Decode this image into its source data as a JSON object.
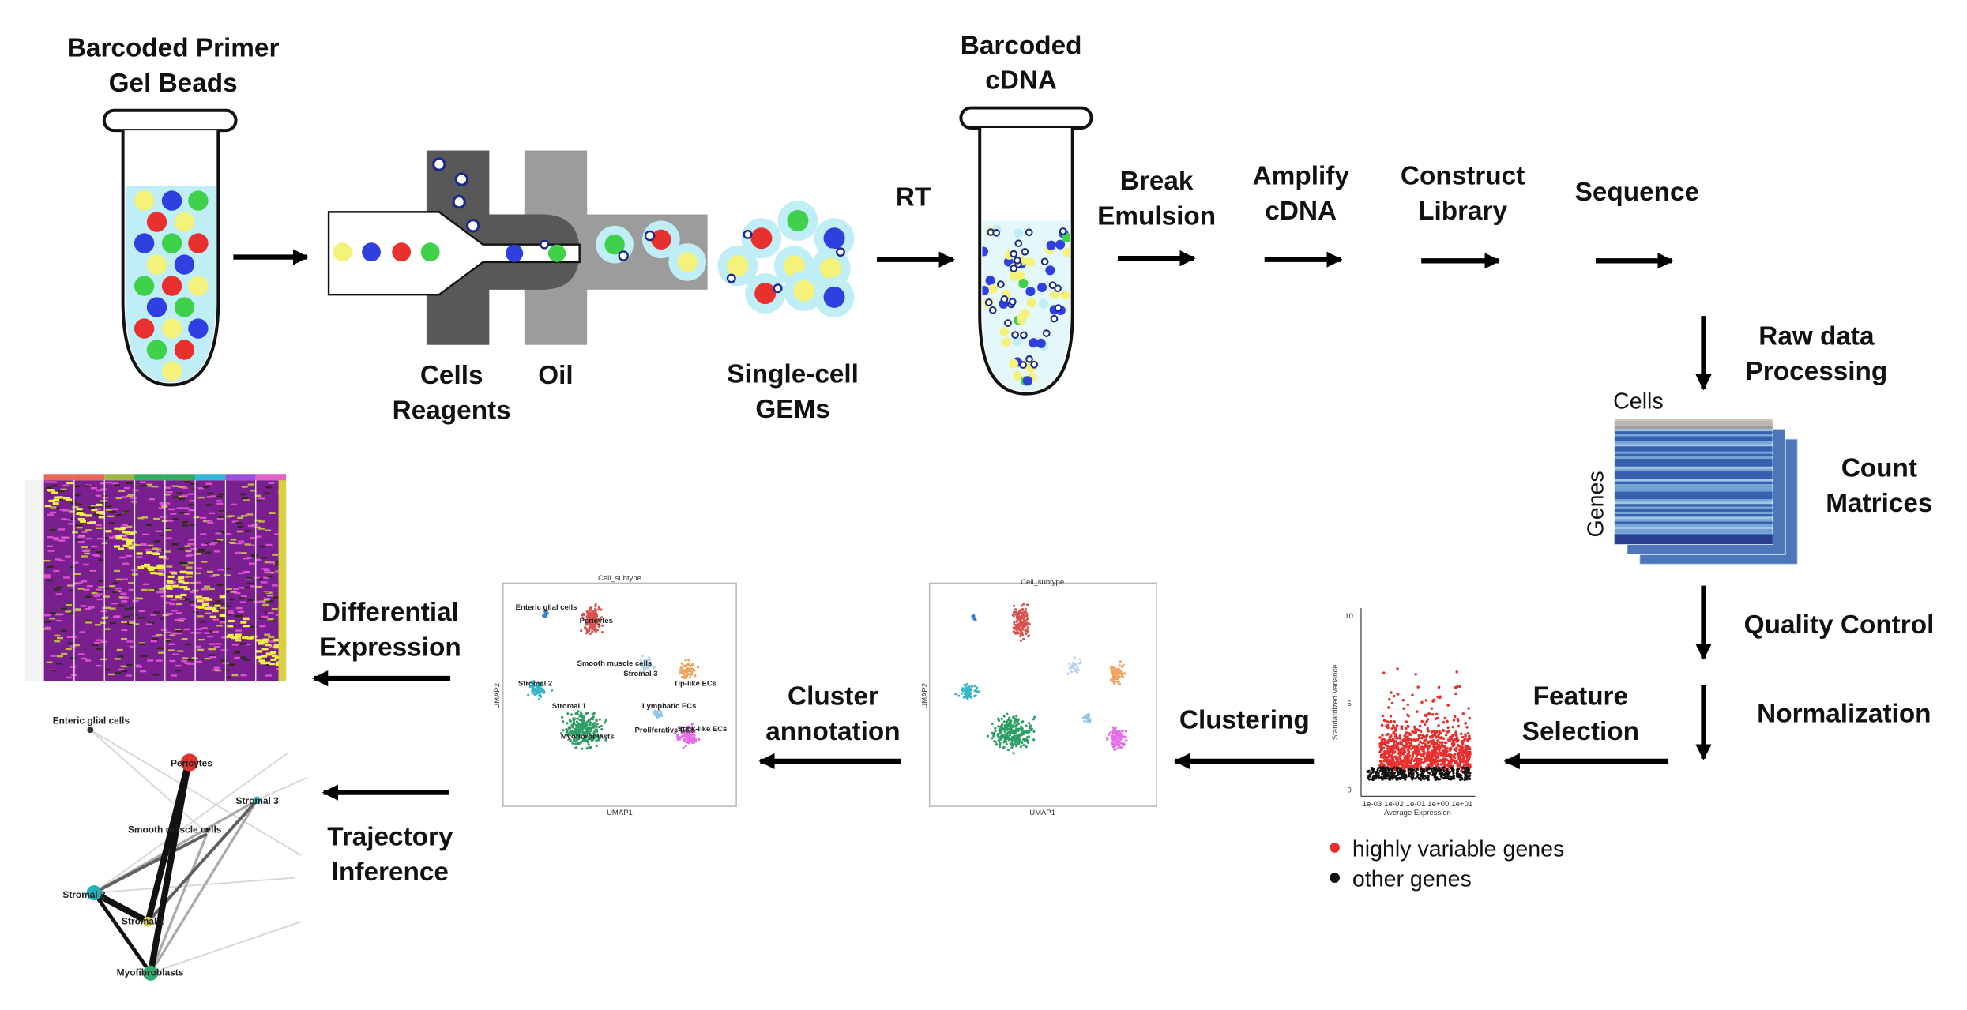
{
  "labels": {
    "gel_beads_1": "Barcoded Primer",
    "gel_beads_2": "Gel Beads",
    "cells_1": "Cells",
    "cells_2": "Reagents",
    "oil": "Oil",
    "gems_1": "Single-cell",
    "gems_2": "GEMs",
    "rt": "RT",
    "cdna_1": "Barcoded",
    "cdna_2": "cDNA",
    "break_1": "Break",
    "break_2": "Emulsion",
    "amplify_1": "Amplify",
    "amplify_2": "cDNA",
    "construct_1": "Construct",
    "construct_2": "Library",
    "sequence": "Sequence",
    "raw_1": "Raw data",
    "raw_2": "Processing",
    "matrix_cells": "Cells",
    "matrix_genes": "Genes",
    "count_1": "Count",
    "count_2": "Matrices",
    "qc": "Quality Control",
    "normalization": "Normalization",
    "feature_1": "Feature",
    "feature_2": "Selection",
    "clustering": "Clustering",
    "cluster_annot_1": "Cluster",
    "cluster_annot_2": "annotation",
    "diff_1": "Differential",
    "diff_2": "Expression",
    "traj_1": "Trajectory",
    "traj_2": "Inference"
  },
  "legend": {
    "hvg": "highly variable genes",
    "other": "other genes"
  },
  "hvg_plot": {
    "ylabel": "Standardized Variance",
    "xlabel": "Average Expression",
    "xticks": "1e-03 1e-02 1e-01 1e+00 1e+01",
    "yticks": [
      "10",
      "5",
      "0"
    ]
  },
  "umap": {
    "title": "Cell_subtype",
    "xlabel": "UMAP1",
    "ylabel": "UMAP2",
    "annotations": [
      "Enteric glial cells",
      "Pericytes",
      "Smooth muscle cells",
      "Stromal 3",
      "Stromal 2",
      "Tip-like ECs",
      "Stromal 1",
      "Lymphatic ECs",
      "Proliferative ECs",
      "Stalk-like ECs",
      "Myofibroblasts"
    ]
  },
  "trajectory": {
    "nodes": [
      "Enteric glial cells",
      "Pericytes",
      "Stromal 3",
      "Smooth muscle cells",
      "Stromal 2",
      "Stromal 1",
      "Myofibroblasts"
    ]
  },
  "colors": {
    "bead_red": "#e8302f",
    "bead_green": "#3fd14a",
    "bead_blue": "#2f3fe0",
    "bead_yellow": "#f4f27a",
    "bead_fluid": "#bfeef6",
    "highly_variable": "#e8302f",
    "other": "#111111",
    "arrow": "#000000"
  }
}
